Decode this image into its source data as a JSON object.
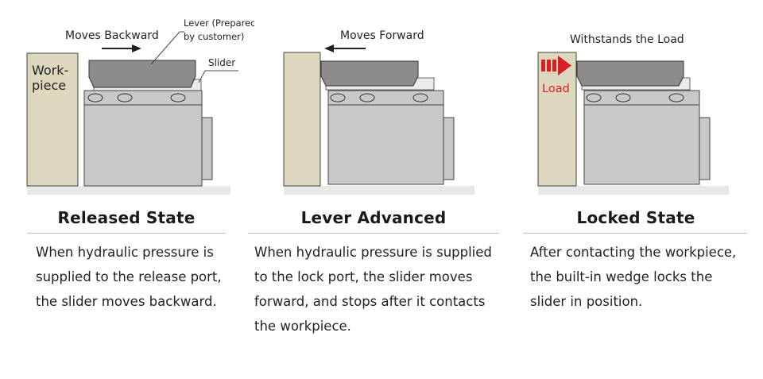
{
  "panels": [
    {
      "title": "Released State",
      "arrow_label": "Moves Backward",
      "lever_callout_line1": "Lever (Prepared",
      "lever_callout_line2": "by customer)",
      "slider_callout": "Slider",
      "workpiece_line1": "Work-",
      "workpiece_line2": "piece",
      "desc_lines": [
        "When hydraulic pressure is",
        "supplied to the release port,",
        "the slider moves backward."
      ]
    },
    {
      "title": "Lever Advanced",
      "arrow_label": "Moves Forward",
      "desc_lines": [
        "When hydraulic pressure is supplied",
        "to the lock port, the slider moves",
        "forward, and stops after it contacts",
        "the workpiece."
      ]
    },
    {
      "title": "Locked State",
      "top_label": "Withstands the Load",
      "load_label": "Load",
      "desc_lines": [
        "After contacting the workpiece,",
        "the built-in wedge locks the",
        "slider in position."
      ]
    }
  ],
  "colors": {
    "workpiece": "#ddd8bd",
    "body": "#c8c8c8",
    "lever": "#8c8c8c",
    "slider": "#ebebeb",
    "base": "#e8e8e8",
    "load_arrow": "#d71f26"
  }
}
